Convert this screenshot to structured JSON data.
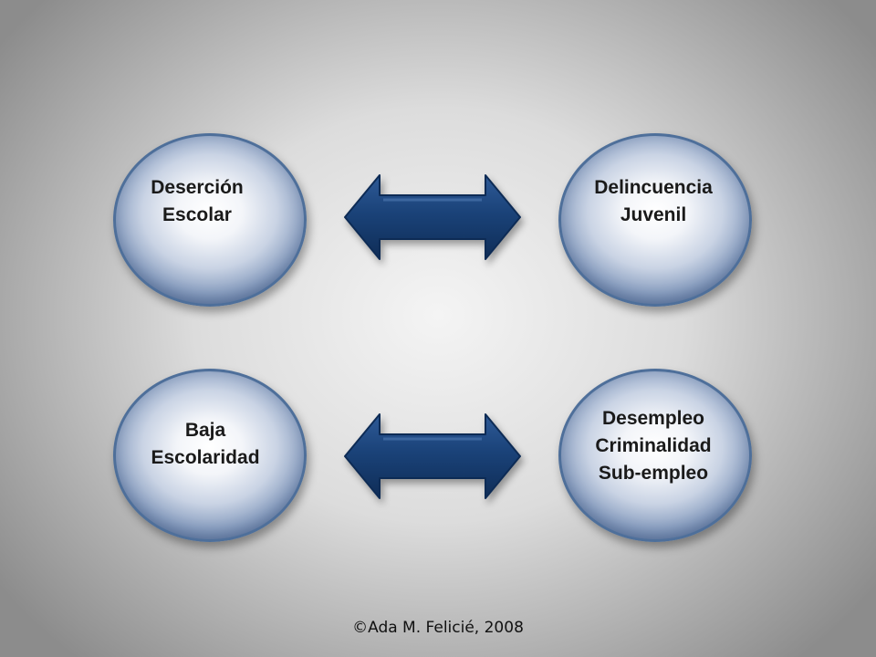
{
  "nodes": {
    "top_left": {
      "label": "Deserción\n Escolar"
    },
    "top_right": {
      "label": "Delincuencia\nJuvenil"
    },
    "bottom_left": {
      "label": "Baja\nEscolaridad"
    },
    "bottom_right": {
      "label": "Desempleo\nCriminalidad\nSub-empleo"
    }
  },
  "colors": {
    "arrow_fill": "#1a4278",
    "arrow_edge": "#0d2b55",
    "node_border": "#4e6f9a"
  },
  "footer": {
    "text": "©Ada M. Felicié, 2008"
  }
}
